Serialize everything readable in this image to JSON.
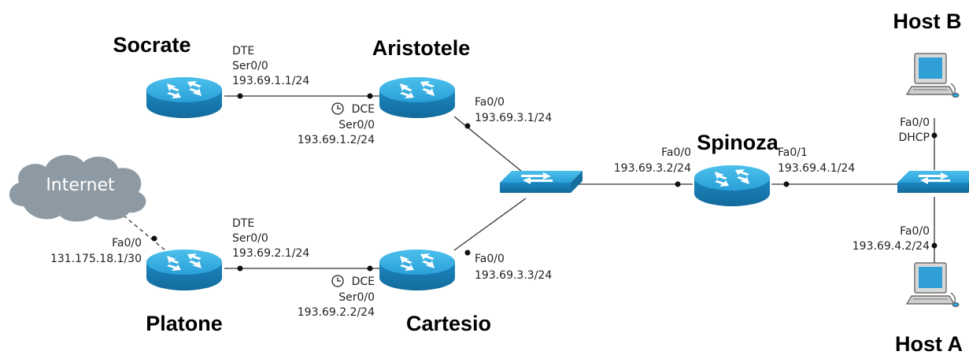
{
  "devices": {
    "socrate": {
      "name": "Socrate"
    },
    "aristotele": {
      "name": "Aristotele"
    },
    "platone": {
      "name": "Platone"
    },
    "cartesio": {
      "name": "Cartesio"
    },
    "spinoza": {
      "name": "Spinoza"
    },
    "host_b": {
      "name": "Host B"
    },
    "host_a": {
      "name": "Host A"
    },
    "internet": {
      "name": "Internet"
    }
  },
  "interfaces": {
    "socrate_s00": {
      "role": "DTE",
      "iface": "Ser0/0",
      "ip": "193.69.1.1/24"
    },
    "aristotele_s00": {
      "role": "DCE",
      "iface": "Ser0/0",
      "ip": "193.69.1.2/24"
    },
    "aristotele_fa00": {
      "iface": "Fa0/0",
      "ip": "193.69.3.1/24"
    },
    "platone_s00": {
      "role": "DTE",
      "iface": "Ser0/0",
      "ip": "193.69.2.1/24"
    },
    "platone_fa00": {
      "iface": "Fa0/0",
      "ip": "131.175.18.1/30"
    },
    "cartesio_s00": {
      "role": "DCE",
      "iface": "Ser0/0",
      "ip": "193.69.2.2/24"
    },
    "cartesio_fa00": {
      "iface": "Fa0/0",
      "ip": "193.69.3.3/24"
    },
    "spinoza_fa00": {
      "iface": "Fa0/0",
      "ip": "193.69.3.2/24"
    },
    "spinoza_fa01": {
      "iface": "Fa0/1",
      "ip": "193.69.4.1/24"
    },
    "hostb_fa00": {
      "iface": "Fa0/0",
      "ip": "DHCP"
    },
    "hosta_fa00": {
      "iface": "Fa0/0",
      "ip": "193.69.4.2/24"
    }
  },
  "colors": {
    "router_body": "#1f8fc7",
    "router_top": "#3aaee0",
    "cloud": "#8e9aa3",
    "screen": "#2f9fd6"
  },
  "icons": {
    "router": "router-icon",
    "switch": "switch-icon",
    "host": "computer-icon",
    "cloud": "cloud-icon",
    "clock": "clock-icon"
  }
}
